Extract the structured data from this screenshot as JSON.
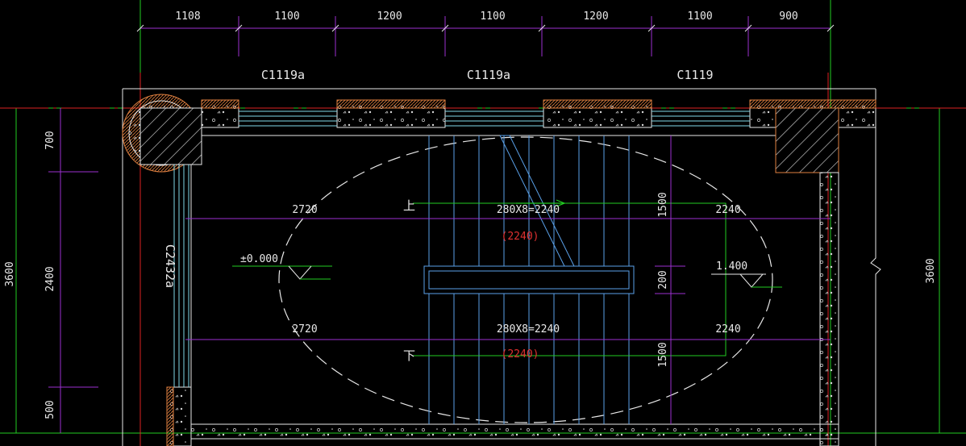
{
  "colors": {
    "background": "#000000",
    "wall": "#e8e8e8",
    "dimension": "#9b30d0",
    "axis": "#22cc22",
    "redline": "#dd2222",
    "window": "#7fd8e8",
    "stair": "#5aa0e8",
    "hatch": "#e08040",
    "annotation_red": "#e03030"
  },
  "top_dimensions": [
    "1108",
    "1100",
    "1200",
    "1100",
    "1200",
    "1100",
    "900"
  ],
  "window_labels": [
    "C1119a",
    "C1119a",
    "C1119"
  ],
  "left_window_label": "C2432a",
  "left_dimensions": [
    "700",
    "2400",
    "500"
  ],
  "left_total": "3600",
  "right_total": "3600",
  "stair": {
    "up_marker": "上",
    "down_marker": "下",
    "upper_formula": "280X8=2240",
    "upper_bracket": "(2240)",
    "lower_formula": "280X8=2240",
    "lower_bracket": "(2240)",
    "left_upper": "2720",
    "left_lower": "2720",
    "right_upper": "2240",
    "right_lower": "2240",
    "vertical_upper": "1500",
    "vertical_mid": "200",
    "vertical_lower": "1500"
  },
  "elevations": {
    "left": "±0.000",
    "right": "1.400"
  }
}
